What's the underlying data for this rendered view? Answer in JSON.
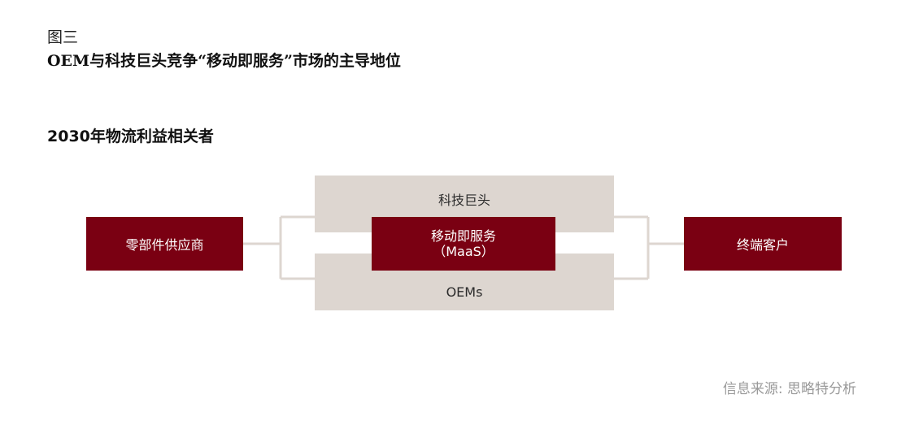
{
  "figure": {
    "label": "图三",
    "title": "OEM与科技巨头竞争“移动即服务”市场的主导地位"
  },
  "section_title": "2030年物流利益相关者",
  "nodes": {
    "supplier": "零部件供应商",
    "tech_giants": "科技巨头",
    "maas_line1": "移动即服务",
    "maas_line2": "（MaaS）",
    "oems": "OEMs",
    "end_customer": "终端客户"
  },
  "source": "信息来源: 思略特分析",
  "colors": {
    "dark_red": "#7a0012",
    "light_gray": "#ddd6d0",
    "connector": "#ddd6d0"
  }
}
